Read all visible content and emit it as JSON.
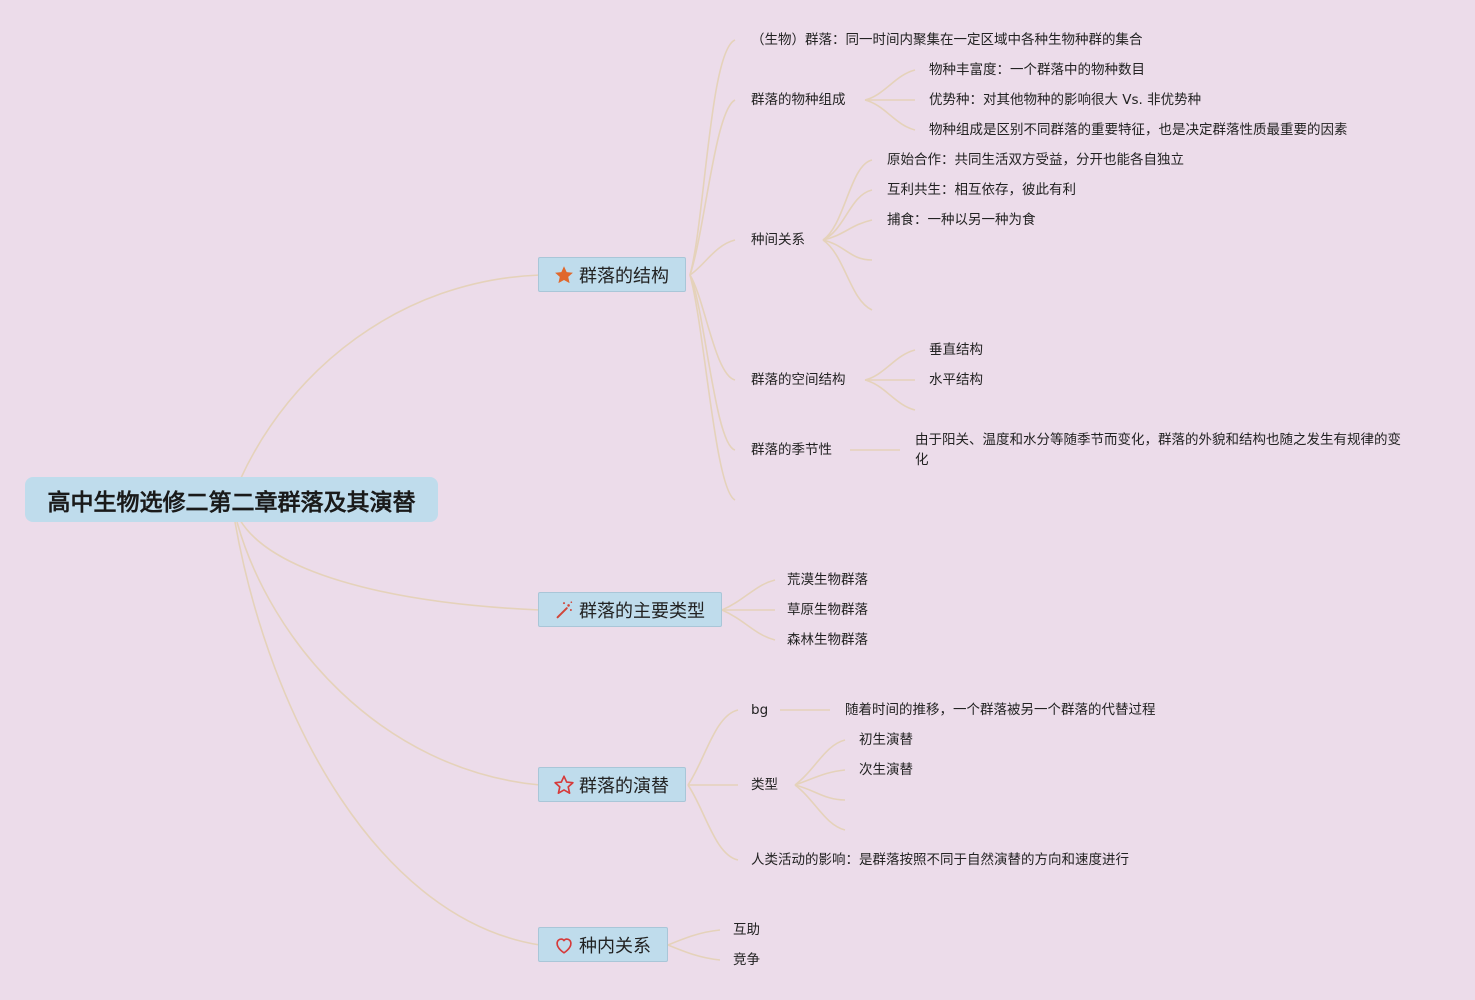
{
  "root": {
    "title": "高中生物选修二第二章群落及其演替"
  },
  "structure": {
    "title": "群落的结构",
    "icon": "orange-star-icon",
    "definition": "（生物）群落：同一时间内聚集在一定区域中各种生物种群的集合",
    "species_composition": {
      "label": "群落的物种组成",
      "items": [
        "物种丰富度：一个群落中的物种数目",
        "优势种：对其他物种的影响很大 Vs. 非优势种",
        "物种组成是区别不同群落的重要特征，也是决定群落性质最重要的因素"
      ]
    },
    "interspecific": {
      "label": "种间关系",
      "items": [
        "原始合作：共同生活双方受益，分开也能各自独立",
        "互利共生：相互依存，彼此有利",
        "捕食：一种以另一种为食"
      ]
    },
    "spatial": {
      "label": "群落的空间结构",
      "items": [
        "垂直结构",
        "水平结构"
      ]
    },
    "seasonal": {
      "label": "群落的季节性",
      "text": "由于阳关、温度和水分等随季节而变化，群落的外貌和结构也随之发生有规律的变化"
    }
  },
  "types": {
    "title": "群落的主要类型",
    "icon": "magic-wand-icon",
    "items": [
      "荒漠生物群落",
      "草原生物群落",
      "森林生物群落"
    ]
  },
  "succession": {
    "title": "群落的演替",
    "icon": "red-star-outline-icon",
    "bg_label": "bg",
    "bg_text": "随着时间的推移，一个群落被另一个群落的代替过程",
    "types_label": "类型",
    "types_items": [
      "初生演替",
      "次生演替"
    ],
    "human_impact": "人类活动的影响：是群落按照不同于自然演替的方向和速度进行"
  },
  "intraspecific": {
    "title": "种内关系",
    "icon": "heart-icon",
    "items": [
      "互助",
      "竞争"
    ]
  },
  "colors": {
    "background": "#ecdcea",
    "topic_fill": "#bfdcec",
    "branch_line": "#e5d2ba"
  }
}
